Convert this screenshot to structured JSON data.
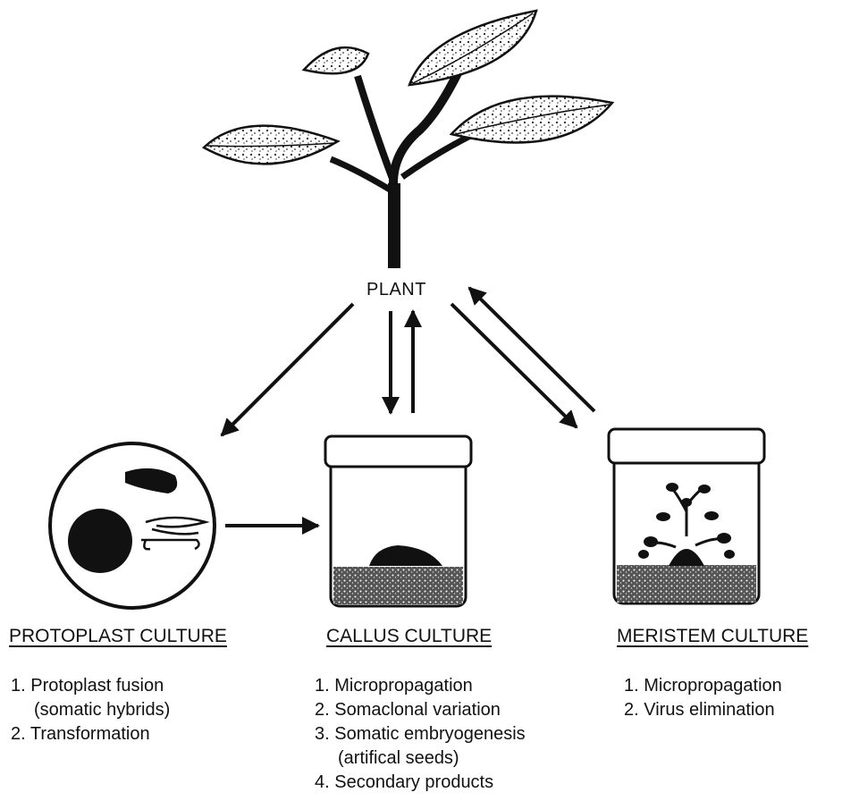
{
  "center": {
    "label": "PLANT"
  },
  "cultures": [
    {
      "heading": "PROTOPLAST CULTURE",
      "items": [
        "1. Protoplast fusion",
        "(somatic hybrids)",
        "2. Transformation"
      ]
    },
    {
      "heading": "CALLUS CULTURE",
      "items": [
        "1. Micropropagation",
        "2. Somaclonal variation",
        "3. Somatic embryogenesis",
        "(artifical seeds)",
        "4. Secondary products"
      ]
    },
    {
      "heading": "MERISTEM CULTURE",
      "items": [
        "1. Micropropagation",
        "2. Virus elimination"
      ]
    }
  ],
  "icons": [
    "plant-icon",
    "protoplast-dish-icon",
    "callus-jar-icon",
    "meristem-jar-icon"
  ],
  "colors": {
    "ink": "#111111",
    "background": "#ffffff"
  }
}
